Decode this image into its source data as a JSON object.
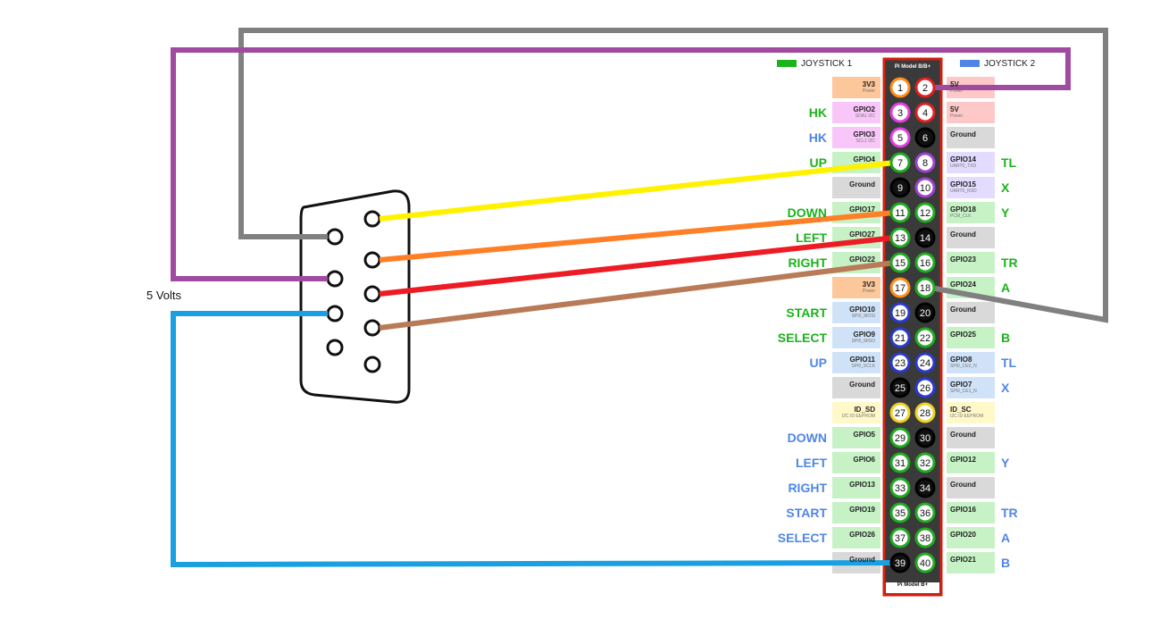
{
  "colors": {
    "joystick1": "#1bb31b",
    "joystick2": "#4f86e6",
    "board_border": "#d32010",
    "wire_gray": "#808080",
    "wire_purple": "#a04aa0",
    "wire_blue": "#1aa0e0",
    "wire_yellow": "#fff200",
    "wire_orange": "#ff7f27",
    "wire_red": "#ed1c24",
    "wire_brown": "#b97a57"
  },
  "legend": {
    "joystick1": "JOYSTICK 1",
    "joystick2": "JOYSTICK 2"
  },
  "voltage_label": "5 Volts",
  "header": {
    "top": "Pi Model B/B+",
    "bottom": "Pi Model B+"
  },
  "pins": [
    {
      "odd": "1",
      "odd_ring": "#ff8c1a",
      "odd_fill": "#ffffff",
      "even": "2",
      "even_ring": "#e02020",
      "even_fill": "#ffffff",
      "left_name": "3V3",
      "left_sub": "Power",
      "left_bg": "#fcc79a",
      "right_name": "5V",
      "right_sub": "Power",
      "right_bg": "#ffc8c8"
    },
    {
      "odd": "3",
      "odd_ring": "#e040e0",
      "odd_fill": "#ffffff",
      "even": "4",
      "even_ring": "#e02020",
      "even_fill": "#ffffff",
      "left_name": "GPIO2",
      "left_sub": "SDA1 I2C",
      "left_bg": "#f8c6f8",
      "right_name": "5V",
      "right_sub": "Power",
      "right_bg": "#ffc8c8"
    },
    {
      "odd": "5",
      "odd_ring": "#e040e0",
      "odd_fill": "#ffffff",
      "even": "6",
      "even_ring": "#000000",
      "even_fill": "#111111",
      "left_name": "GPIO3",
      "left_sub": "SCL1 I2C",
      "left_bg": "#f8c6f8",
      "right_name": "Ground",
      "right_sub": "",
      "right_bg": "#d9d9d9"
    },
    {
      "odd": "7",
      "odd_ring": "#22aa22",
      "odd_fill": "#ffffff",
      "even": "8",
      "even_ring": "#a040d0",
      "even_fill": "#ffffff",
      "left_name": "GPIO4",
      "left_sub": "",
      "left_bg": "#c6f2c6",
      "right_name": "GPIO14",
      "right_sub": "UART0_TXD",
      "right_bg": "#e3dcff"
    },
    {
      "odd": "9",
      "odd_ring": "#000000",
      "odd_fill": "#111111",
      "even": "10",
      "even_ring": "#a040d0",
      "even_fill": "#ffffff",
      "left_name": "Ground",
      "left_sub": "",
      "left_bg": "#d9d9d9",
      "right_name": "GPIO15",
      "right_sub": "UART0_RXD",
      "right_bg": "#e3dcff"
    },
    {
      "odd": "11",
      "odd_ring": "#22aa22",
      "odd_fill": "#ffffff",
      "even": "12",
      "even_ring": "#22aa22",
      "even_fill": "#ffffff",
      "left_name": "GPIO17",
      "left_sub": "",
      "left_bg": "#c6f2c6",
      "right_name": "GPIO18",
      "right_sub": "PCM_CLK",
      "right_bg": "#c6f2c6"
    },
    {
      "odd": "13",
      "odd_ring": "#22aa22",
      "odd_fill": "#ffffff",
      "even": "14",
      "even_ring": "#000000",
      "even_fill": "#111111",
      "left_name": "GPIO27",
      "left_sub": "",
      "left_bg": "#c6f2c6",
      "right_name": "Ground",
      "right_sub": "",
      "right_bg": "#d9d9d9"
    },
    {
      "odd": "15",
      "odd_ring": "#22aa22",
      "odd_fill": "#ffffff",
      "even": "16",
      "even_ring": "#22aa22",
      "even_fill": "#ffffff",
      "left_name": "GPIO22",
      "left_sub": "",
      "left_bg": "#c6f2c6",
      "right_name": "GPIO23",
      "right_sub": "",
      "right_bg": "#c6f2c6"
    },
    {
      "odd": "17",
      "odd_ring": "#ff8c1a",
      "odd_fill": "#ffffff",
      "even": "18",
      "even_ring": "#22aa22",
      "even_fill": "#ffffff",
      "left_name": "3V3",
      "left_sub": "Power",
      "left_bg": "#fcc79a",
      "right_name": "GPIO24",
      "right_sub": "",
      "right_bg": "#c6f2c6"
    },
    {
      "odd": "19",
      "odd_ring": "#2a3ad0",
      "odd_fill": "#ffffff",
      "even": "20",
      "even_ring": "#000000",
      "even_fill": "#111111",
      "left_name": "GPIO10",
      "left_sub": "SPI0_MOSI",
      "left_bg": "#cfe2f8",
      "right_name": "Ground",
      "right_sub": "",
      "right_bg": "#d9d9d9"
    },
    {
      "odd": "21",
      "odd_ring": "#2a3ad0",
      "odd_fill": "#ffffff",
      "even": "22",
      "even_ring": "#22aa22",
      "even_fill": "#ffffff",
      "left_name": "GPIO9",
      "left_sub": "SPI0_MISO",
      "left_bg": "#cfe2f8",
      "right_name": "GPIO25",
      "right_sub": "",
      "right_bg": "#c6f2c6"
    },
    {
      "odd": "23",
      "odd_ring": "#2a3ad0",
      "odd_fill": "#ffffff",
      "even": "24",
      "even_ring": "#2a3ad0",
      "even_fill": "#ffffff",
      "left_name": "GPIO11",
      "left_sub": "SPI0_SCLK",
      "left_bg": "#cfe2f8",
      "right_name": "GPIO8",
      "right_sub": "SPI0_CE0_N",
      "right_bg": "#cfe2f8"
    },
    {
      "odd": "25",
      "odd_ring": "#000000",
      "odd_fill": "#111111",
      "even": "26",
      "even_ring": "#2a3ad0",
      "even_fill": "#ffffff",
      "left_name": "Ground",
      "left_sub": "",
      "left_bg": "#d9d9d9",
      "right_name": "GPIO7",
      "right_sub": "SPI0_CE1_N",
      "right_bg": "#cfe2f8"
    },
    {
      "odd": "27",
      "odd_ring": "#f0d020",
      "odd_fill": "#ffffff",
      "even": "28",
      "even_ring": "#f0d020",
      "even_fill": "#ffffff",
      "left_name": "ID_SD",
      "left_sub": "I2C ID EEPROM",
      "left_bg": "#fff8c8",
      "right_name": "ID_SC",
      "right_sub": "I2C ID EEPROM",
      "right_bg": "#fff8c8"
    },
    {
      "odd": "29",
      "odd_ring": "#22aa22",
      "odd_fill": "#ffffff",
      "even": "30",
      "even_ring": "#000000",
      "even_fill": "#111111",
      "left_name": "GPIO5",
      "left_sub": "",
      "left_bg": "#c6f2c6",
      "right_name": "Ground",
      "right_sub": "",
      "right_bg": "#d9d9d9"
    },
    {
      "odd": "31",
      "odd_ring": "#22aa22",
      "odd_fill": "#ffffff",
      "even": "32",
      "even_ring": "#22aa22",
      "even_fill": "#ffffff",
      "left_name": "GPIO6",
      "left_sub": "",
      "left_bg": "#c6f2c6",
      "right_name": "GPIO12",
      "right_sub": "",
      "right_bg": "#c6f2c6"
    },
    {
      "odd": "33",
      "odd_ring": "#22aa22",
      "odd_fill": "#ffffff",
      "even": "34",
      "even_ring": "#000000",
      "even_fill": "#111111",
      "left_name": "GPIO13",
      "left_sub": "",
      "left_bg": "#c6f2c6",
      "right_name": "Ground",
      "right_sub": "",
      "right_bg": "#d9d9d9"
    },
    {
      "odd": "35",
      "odd_ring": "#22aa22",
      "odd_fill": "#ffffff",
      "even": "36",
      "even_ring": "#22aa22",
      "even_fill": "#ffffff",
      "left_name": "GPIO19",
      "left_sub": "",
      "left_bg": "#c6f2c6",
      "right_name": "GPIO16",
      "right_sub": "",
      "right_bg": "#c6f2c6"
    },
    {
      "odd": "37",
      "odd_ring": "#22aa22",
      "odd_fill": "#ffffff",
      "even": "38",
      "even_ring": "#22aa22",
      "even_fill": "#ffffff",
      "left_name": "GPIO26",
      "left_sub": "",
      "left_bg": "#c6f2c6",
      "right_name": "GPIO20",
      "right_sub": "",
      "right_bg": "#c6f2c6"
    },
    {
      "odd": "39",
      "odd_ring": "#000000",
      "odd_fill": "#111111",
      "even": "40",
      "even_ring": "#22aa22",
      "even_fill": "#ffffff",
      "left_name": "Ground",
      "left_sub": "",
      "left_bg": "#d9d9d9",
      "right_name": "GPIO21",
      "right_sub": "",
      "right_bg": "#c6f2c6"
    }
  ],
  "joystick_labels": [
    {
      "text": "HK",
      "pin": "3",
      "side": "left",
      "joystick": 1
    },
    {
      "text": "HK",
      "pin": "5",
      "side": "left",
      "joystick": 2
    },
    {
      "text": "UP",
      "pin": "7",
      "side": "left",
      "joystick": 1
    },
    {
      "text": "TL",
      "pin": "8",
      "side": "right",
      "joystick": 1
    },
    {
      "text": "X",
      "pin": "10",
      "side": "right",
      "joystick": 1
    },
    {
      "text": "DOWN",
      "pin": "11",
      "side": "left",
      "joystick": 1
    },
    {
      "text": "Y",
      "pin": "12",
      "side": "right",
      "joystick": 1
    },
    {
      "text": "LEFT",
      "pin": "13",
      "side": "left",
      "joystick": 1
    },
    {
      "text": "RIGHT",
      "pin": "15",
      "side": "left",
      "joystick": 1
    },
    {
      "text": "TR",
      "pin": "16",
      "side": "right",
      "joystick": 1
    },
    {
      "text": "A",
      "pin": "18",
      "side": "right",
      "joystick": 1
    },
    {
      "text": "START",
      "pin": "19",
      "side": "left",
      "joystick": 1
    },
    {
      "text": "SELECT",
      "pin": "21",
      "side": "left",
      "joystick": 1
    },
    {
      "text": "B",
      "pin": "22",
      "side": "right",
      "joystick": 1
    },
    {
      "text": "UP",
      "pin": "23",
      "side": "left",
      "joystick": 2
    },
    {
      "text": "TL",
      "pin": "24",
      "side": "right",
      "joystick": 2
    },
    {
      "text": "X",
      "pin": "26",
      "side": "right",
      "joystick": 2
    },
    {
      "text": "DOWN",
      "pin": "29",
      "side": "left",
      "joystick": 2
    },
    {
      "text": "LEFT",
      "pin": "31",
      "side": "left",
      "joystick": 2
    },
    {
      "text": "Y",
      "pin": "32",
      "side": "right",
      "joystick": 2
    },
    {
      "text": "RIGHT",
      "pin": "33",
      "side": "left",
      "joystick": 2
    },
    {
      "text": "START",
      "pin": "35",
      "side": "left",
      "joystick": 2
    },
    {
      "text": "TR",
      "pin": "36",
      "side": "right",
      "joystick": 2
    },
    {
      "text": "SELECT",
      "pin": "37",
      "side": "left",
      "joystick": 2
    },
    {
      "text": "A",
      "pin": "38",
      "side": "right",
      "joystick": 2
    },
    {
      "text": "B",
      "pin": "40",
      "side": "right",
      "joystick": 2
    }
  ],
  "wires": [
    {
      "name": "gray-wire",
      "color": "#808080"
    },
    {
      "name": "purple-wire",
      "color": "#a04aa0"
    },
    {
      "name": "blue-wire",
      "color": "#1aa0e0"
    },
    {
      "name": "yellow-wire",
      "color": "#fff200"
    },
    {
      "name": "orange-wire",
      "color": "#ff7f27"
    },
    {
      "name": "red-wire",
      "color": "#ed1c24"
    },
    {
      "name": "brown-wire",
      "color": "#b97a57"
    }
  ]
}
